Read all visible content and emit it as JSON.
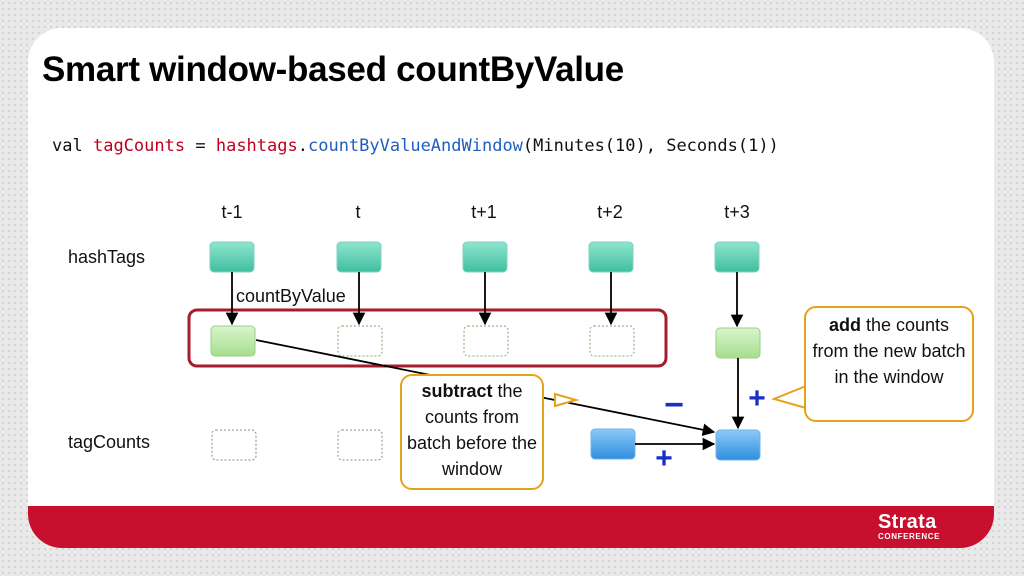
{
  "slide": {
    "title": "Smart window-based countByValue",
    "code": {
      "keyword": "val",
      "variable": "tagCounts",
      "equals": "=",
      "source": "hashtags",
      "dot": ".",
      "method": "countByValueAndWindow",
      "args": "(Minutes(10), Seconds(1))"
    },
    "time_labels": [
      "t-1",
      "t",
      "t+1",
      "t+2",
      "t+3"
    ],
    "row_labels": {
      "hashtags": "hashTags",
      "count_by_value": "countByValue",
      "tag_counts": "tagCounts"
    },
    "callouts": {
      "add": {
        "bold": "add",
        "rest": " the counts from the new batch in the window"
      },
      "subtract": {
        "bold": "subtract",
        "rest": " the counts from batch before the window"
      }
    },
    "operators": {
      "minus": "−",
      "plus": "+"
    },
    "logo": {
      "main": "Strata",
      "sub": "CONFERENCE"
    },
    "colors": {
      "accent_red": "#c8102e",
      "hashtag_block": "#5fcfb3",
      "count_block_green": "#b9e8a6",
      "tagcount_block_blue": "#4a9fe6",
      "callout_border": "#e6a21a",
      "operator_blue": "#1a2fc4",
      "window_border": "#a51c2c"
    }
  }
}
